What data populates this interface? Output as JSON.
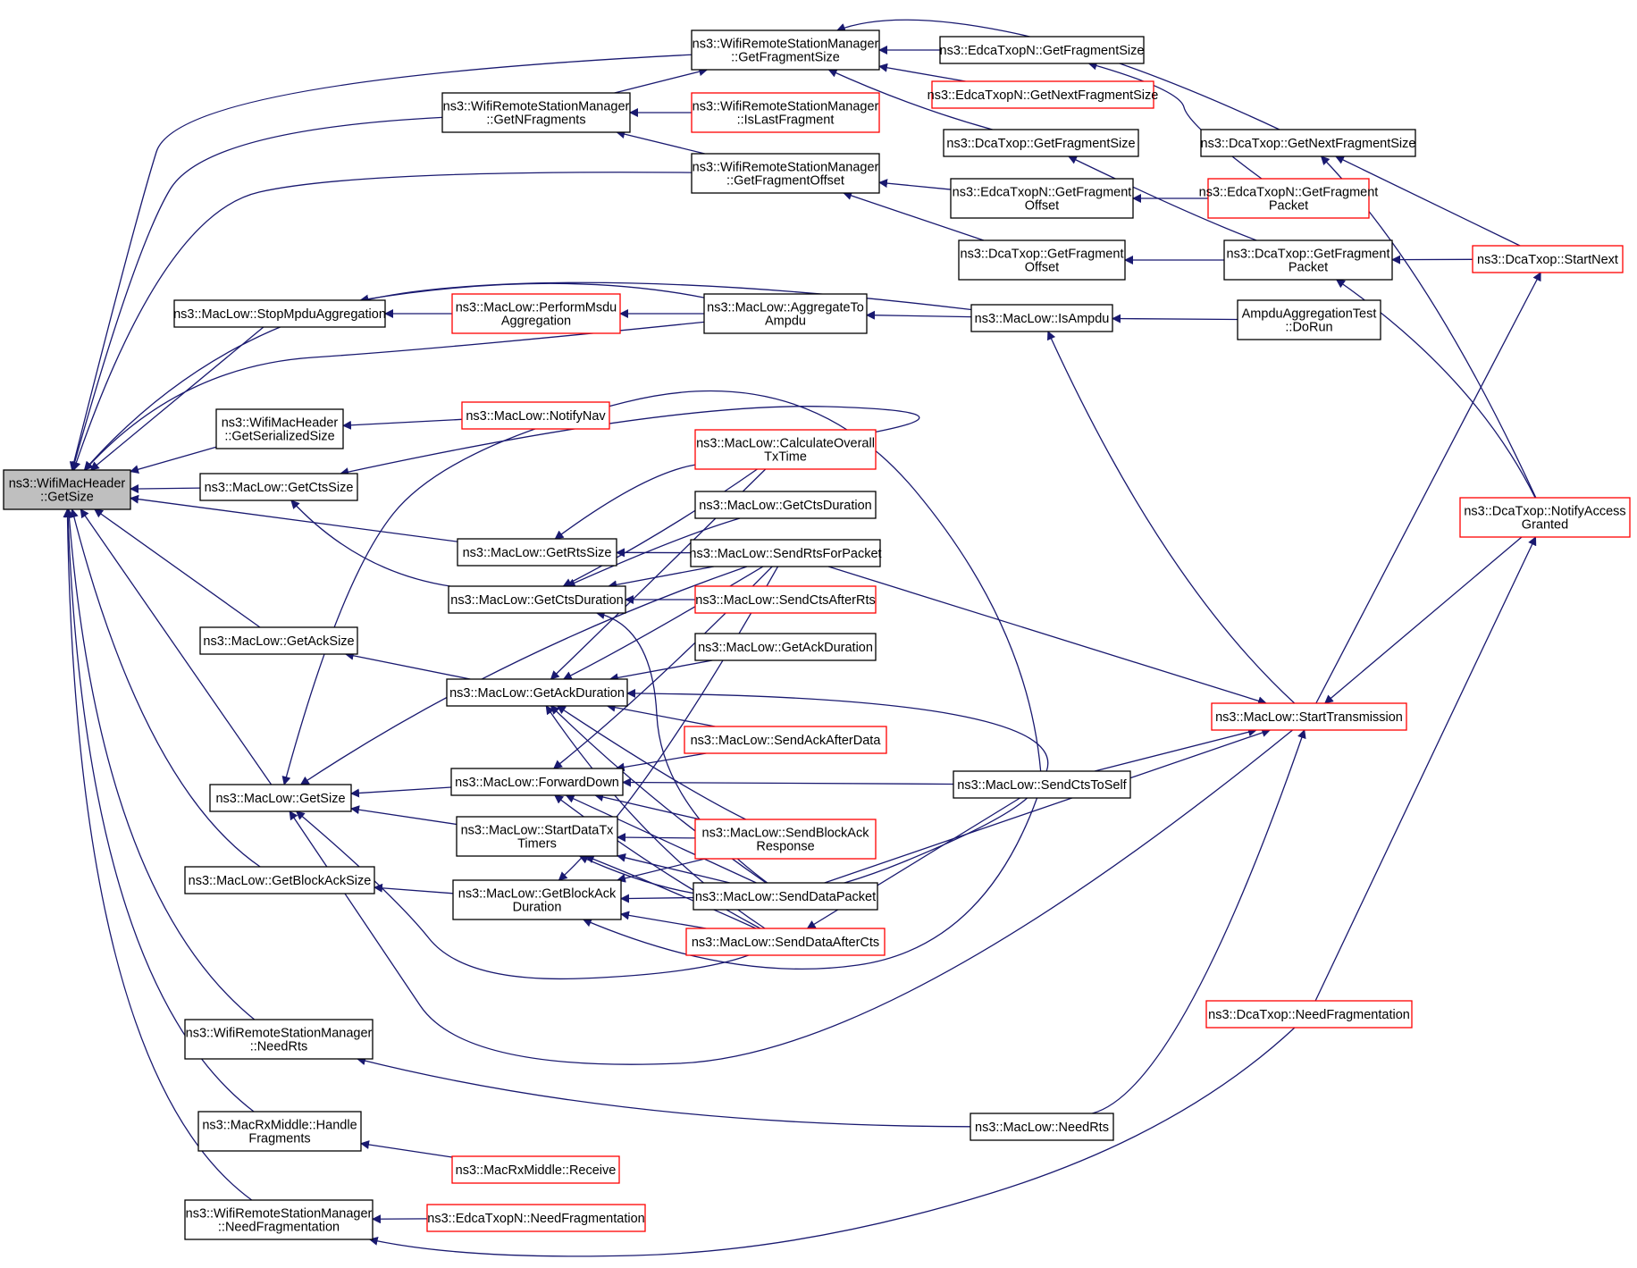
{
  "colors": {
    "edge": "#191970",
    "node_border": "#000000",
    "node_truncated_border": "#ff0000",
    "root_fill": "#bfbfbf",
    "node_fill": "#ffffff"
  },
  "nodes": [
    {
      "id": "root",
      "lines": [
        "ns3::WifiMacHeader",
        "::GetSize"
      ],
      "truncated": false,
      "root": true
    },
    {
      "id": "wrsm_fs",
      "lines": [
        "ns3::WifiRemoteStationManager",
        "::GetFragmentSize"
      ],
      "truncated": false
    },
    {
      "id": "wrsm_nf",
      "lines": [
        "ns3::WifiRemoteStationManager",
        "::GetNFragments"
      ],
      "truncated": false
    },
    {
      "id": "wrsm_fo",
      "lines": [
        "ns3::WifiRemoteStationManager",
        "::GetFragmentOffset"
      ],
      "truncated": false
    },
    {
      "id": "wrsm_lf",
      "lines": [
        "ns3::WifiRemoteStationManager",
        "::IsLastFragment"
      ],
      "truncated": true
    },
    {
      "id": "ed_fs",
      "lines": [
        "ns3::EdcaTxopN::GetFragmentSize"
      ],
      "truncated": false
    },
    {
      "id": "ed_nfs",
      "lines": [
        "ns3::EdcaTxopN::GetNextFragmentSize"
      ],
      "truncated": true
    },
    {
      "id": "dca_fs",
      "lines": [
        "ns3::DcaTxop::GetFragmentSize"
      ],
      "truncated": false
    },
    {
      "id": "dca_nfs",
      "lines": [
        "ns3::DcaTxop::GetNextFragmentSize"
      ],
      "truncated": false
    },
    {
      "id": "ed_fo",
      "lines": [
        "ns3::EdcaTxopN::GetFragment",
        "Offset"
      ],
      "truncated": false
    },
    {
      "id": "ed_fp",
      "lines": [
        "ns3::EdcaTxopN::GetFragment",
        "Packet"
      ],
      "truncated": true
    },
    {
      "id": "dca_fo",
      "lines": [
        "ns3::DcaTxop::GetFragment",
        "Offset"
      ],
      "truncated": false
    },
    {
      "id": "dca_fp",
      "lines": [
        "ns3::DcaTxop::GetFragment",
        "Packet"
      ],
      "truncated": false
    },
    {
      "id": "dca_sn",
      "lines": [
        "ns3::DcaTxop::StartNext"
      ],
      "truncated": true
    },
    {
      "id": "ml_sma",
      "lines": [
        "ns3::MacLow::StopMpduAggregation"
      ],
      "truncated": false
    },
    {
      "id": "ml_pma",
      "lines": [
        "ns3::MacLow::PerformMsdu",
        "Aggregation"
      ],
      "truncated": true
    },
    {
      "id": "ml_ata",
      "lines": [
        "ns3::MacLow::AggregateTo",
        "Ampdu"
      ],
      "truncated": false
    },
    {
      "id": "ml_isa",
      "lines": [
        "ns3::MacLow::IsAmpdu"
      ],
      "truncated": false
    },
    {
      "id": "aat",
      "lines": [
        "AmpduAggregationTest",
        "::DoRun"
      ],
      "truncated": false
    },
    {
      "id": "wmh_gss",
      "lines": [
        "ns3::WifiMacHeader",
        "::GetSerializedSize"
      ],
      "truncated": false
    },
    {
      "id": "ml_nnav",
      "lines": [
        "ns3::MacLow::NotifyNav"
      ],
      "truncated": true
    },
    {
      "id": "ml_ctss",
      "lines": [
        "ns3::MacLow::GetCtsSize"
      ],
      "truncated": false
    },
    {
      "id": "ml_cotx",
      "lines": [
        "ns3::MacLow::CalculateOverall",
        "TxTime"
      ],
      "truncated": true
    },
    {
      "id": "ml_gctsd2",
      "lines": [
        "ns3::MacLow::GetCtsDuration"
      ],
      "truncated": false
    },
    {
      "id": "ml_rtss",
      "lines": [
        "ns3::MacLow::GetRtsSize"
      ],
      "truncated": false
    },
    {
      "id": "ml_srfp",
      "lines": [
        "ns3::MacLow::SendRtsForPacket"
      ],
      "truncated": false
    },
    {
      "id": "ml_gctsd",
      "lines": [
        "ns3::MacLow::GetCtsDuration"
      ],
      "truncated": false
    },
    {
      "id": "ml_scar",
      "lines": [
        "ns3::MacLow::SendCtsAfterRts"
      ],
      "truncated": true
    },
    {
      "id": "ml_acks",
      "lines": [
        "ns3::MacLow::GetAckSize"
      ],
      "truncated": false
    },
    {
      "id": "ml_gackd2",
      "lines": [
        "ns3::MacLow::GetAckDuration"
      ],
      "truncated": false
    },
    {
      "id": "ml_gackd",
      "lines": [
        "ns3::MacLow::GetAckDuration"
      ],
      "truncated": false
    },
    {
      "id": "dca_nag",
      "lines": [
        "ns3::DcaTxop::NotifyAccess",
        "Granted"
      ],
      "truncated": true
    },
    {
      "id": "ml_st",
      "lines": [
        "ns3::MacLow::StartTransmission"
      ],
      "truncated": true
    },
    {
      "id": "ml_saad",
      "lines": [
        "ns3::MacLow::SendAckAfterData"
      ],
      "truncated": true
    },
    {
      "id": "ml_gs",
      "lines": [
        "ns3::MacLow::GetSize"
      ],
      "truncated": false
    },
    {
      "id": "ml_fd",
      "lines": [
        "ns3::MacLow::ForwardDown"
      ],
      "truncated": false
    },
    {
      "id": "ml_scts",
      "lines": [
        "ns3::MacLow::SendCtsToSelf"
      ],
      "truncated": false
    },
    {
      "id": "ml_sdtt",
      "lines": [
        "ns3::MacLow::StartDataTx",
        "Timers"
      ],
      "truncated": false
    },
    {
      "id": "ml_sbar",
      "lines": [
        "ns3::MacLow::SendBlockAck",
        "Response"
      ],
      "truncated": true
    },
    {
      "id": "ml_bas",
      "lines": [
        "ns3::MacLow::GetBlockAckSize"
      ],
      "truncated": false
    },
    {
      "id": "ml_gbad",
      "lines": [
        "ns3::MacLow::GetBlockAck",
        "Duration"
      ],
      "truncated": false
    },
    {
      "id": "ml_sdp",
      "lines": [
        "ns3::MacLow::SendDataPacket"
      ],
      "truncated": false
    },
    {
      "id": "ml_sdac",
      "lines": [
        "ns3::MacLow::SendDataAfterCts"
      ],
      "truncated": true
    },
    {
      "id": "wrsm_nr",
      "lines": [
        "ns3::WifiRemoteStationManager",
        "::NeedRts"
      ],
      "truncated": false
    },
    {
      "id": "dca_nfr",
      "lines": [
        "ns3::DcaTxop::NeedFragmentation"
      ],
      "truncated": true
    },
    {
      "id": "mrm_hf",
      "lines": [
        "ns3::MacRxMiddle::Handle",
        "Fragments"
      ],
      "truncated": false
    },
    {
      "id": "ml_nr",
      "lines": [
        "ns3::MacLow::NeedRts"
      ],
      "truncated": false
    },
    {
      "id": "mrm_r",
      "lines": [
        "ns3::MacRxMiddle::Receive"
      ],
      "truncated": true
    },
    {
      "id": "wrsm_nfr",
      "lines": [
        "ns3::WifiRemoteStationManager",
        "::NeedFragmentation"
      ],
      "truncated": false
    },
    {
      "id": "ed_nfr",
      "lines": [
        "ns3::EdcaTxopN::NeedFragmentation"
      ],
      "truncated": true
    }
  ]
}
